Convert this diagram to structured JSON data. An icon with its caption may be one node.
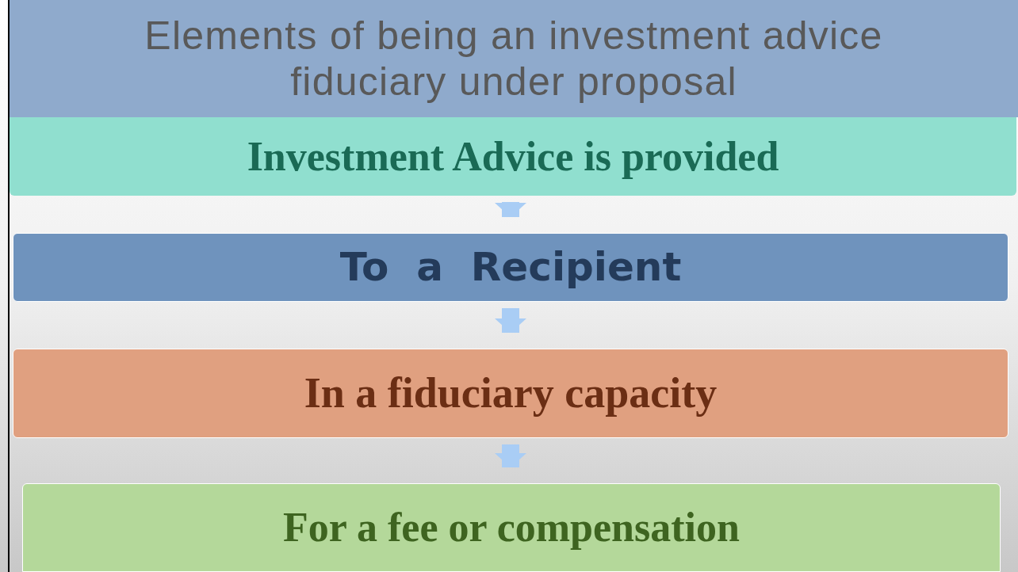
{
  "diagram": {
    "title": "Elements of being an investment advice fiduciary under proposal",
    "nodes": [
      {
        "text": [
          "Investment Advice is provided"
        ]
      },
      {
        "text": [
          "To  a  Recipient"
        ]
      },
      {
        "text": [
          "In a fiduciary capacity"
        ]
      },
      {
        "text": [
          "For a fee or compensation"
        ]
      }
    ],
    "edges": [
      {
        "from": 0,
        "to": 1,
        "arrow": "to"
      },
      {
        "from": 1,
        "to": 2,
        "arrow": "to"
      },
      {
        "from": 2,
        "to": 3,
        "arrow": "to"
      }
    ]
  }
}
